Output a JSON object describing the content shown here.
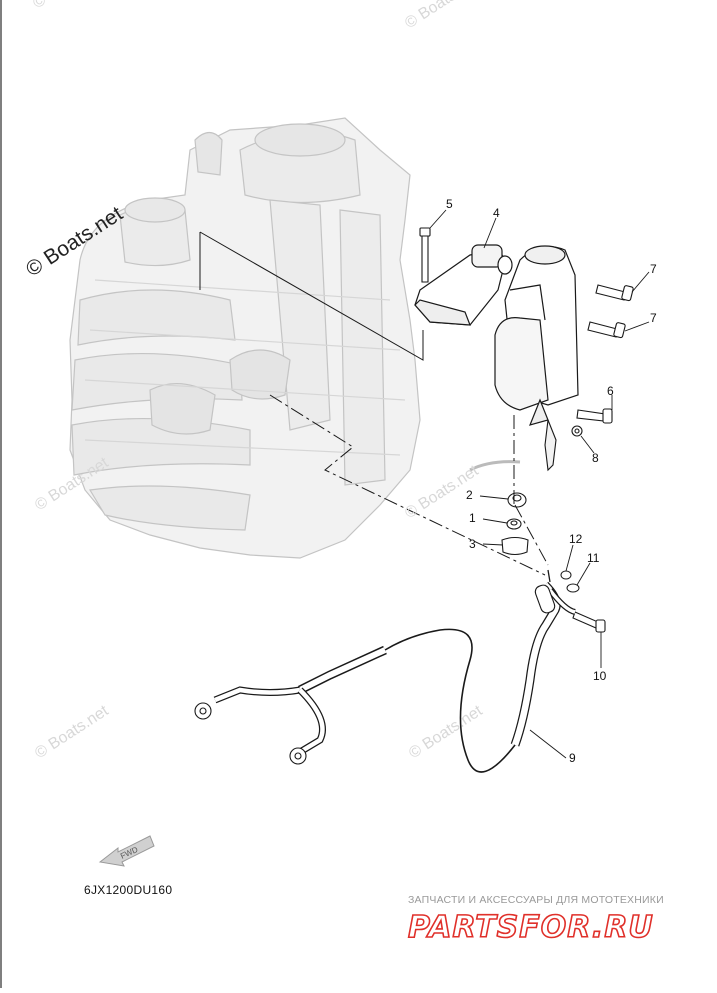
{
  "watermark": "© Boats.net",
  "diagram_code": "6JX1200DU160",
  "fwd_label": "FWD",
  "shop": {
    "subtitle": "ЗАПЧАСТИ И АКСЕССУАРЫ ДЛЯ МОТОТЕХНИКИ",
    "logo": "PARTSFOR.RU"
  },
  "callouts": [
    "1",
    "2",
    "3",
    "4",
    "5",
    "6",
    "7",
    "7",
    "8",
    "9",
    "10",
    "11",
    "12"
  ],
  "colors": {
    "line": "#1a1a1a",
    "ghost": "#c8c8c8",
    "shop_red": "#e0302a"
  }
}
